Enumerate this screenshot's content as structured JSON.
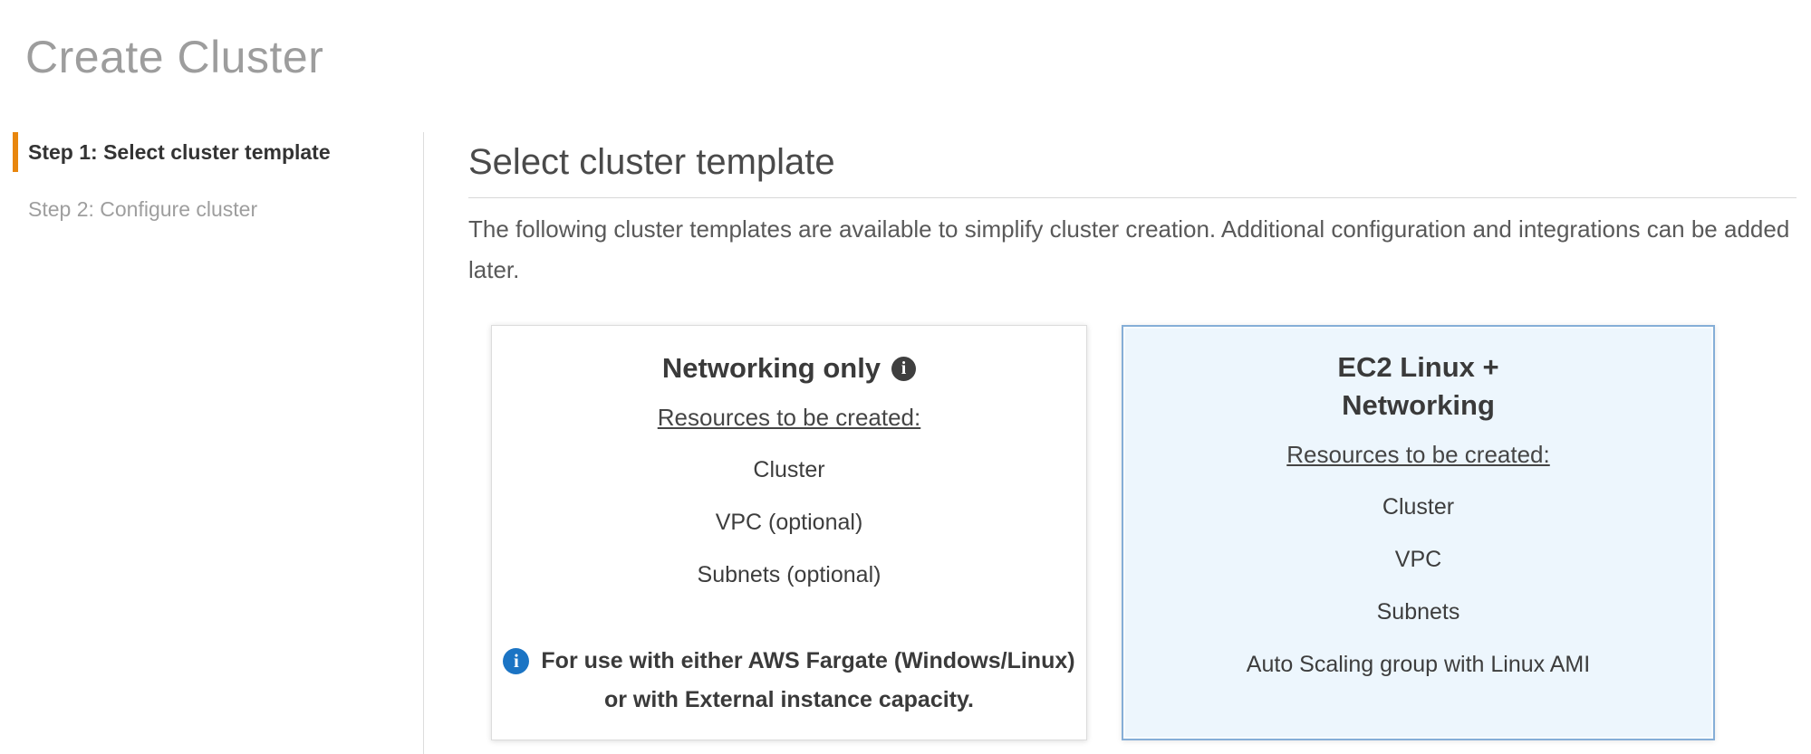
{
  "page": {
    "title": "Create Cluster"
  },
  "steps": [
    {
      "label": "Step 1: Select cluster template",
      "state": "active"
    },
    {
      "label": "Step 2: Configure cluster",
      "state": "upcoming"
    }
  ],
  "main": {
    "heading": "Select cluster template",
    "description": "The following cluster templates are available to simplify cluster creation. Additional configuration and integrations can be added later."
  },
  "cards": [
    {
      "title": "Networking only",
      "resources_label": "Resources to be created:",
      "resources": [
        "Cluster",
        "VPC (optional)",
        "Subnets (optional)"
      ],
      "note_line1": "For use with either AWS Fargate (Windows/Linux)",
      "note_line2": "or with External instance capacity.",
      "selected": false
    },
    {
      "title": "EC2 Linux +\nNetworking",
      "resources_label": "Resources to be created:",
      "resources": [
        "Cluster",
        "VPC",
        "Subnets",
        "Auto Scaling group with Linux AMI"
      ],
      "selected": true
    }
  ],
  "icons": {
    "info_glyph": "i"
  },
  "colors": {
    "accent-orange": "#e8860d",
    "page-title-gray": "#9d9d9d",
    "selected-card-bg": "#edf6fd",
    "selected-card-border": "#85aed7",
    "info-icon-dark": "#3f3f3f",
    "info-icon-blue": "#1b74c4"
  }
}
